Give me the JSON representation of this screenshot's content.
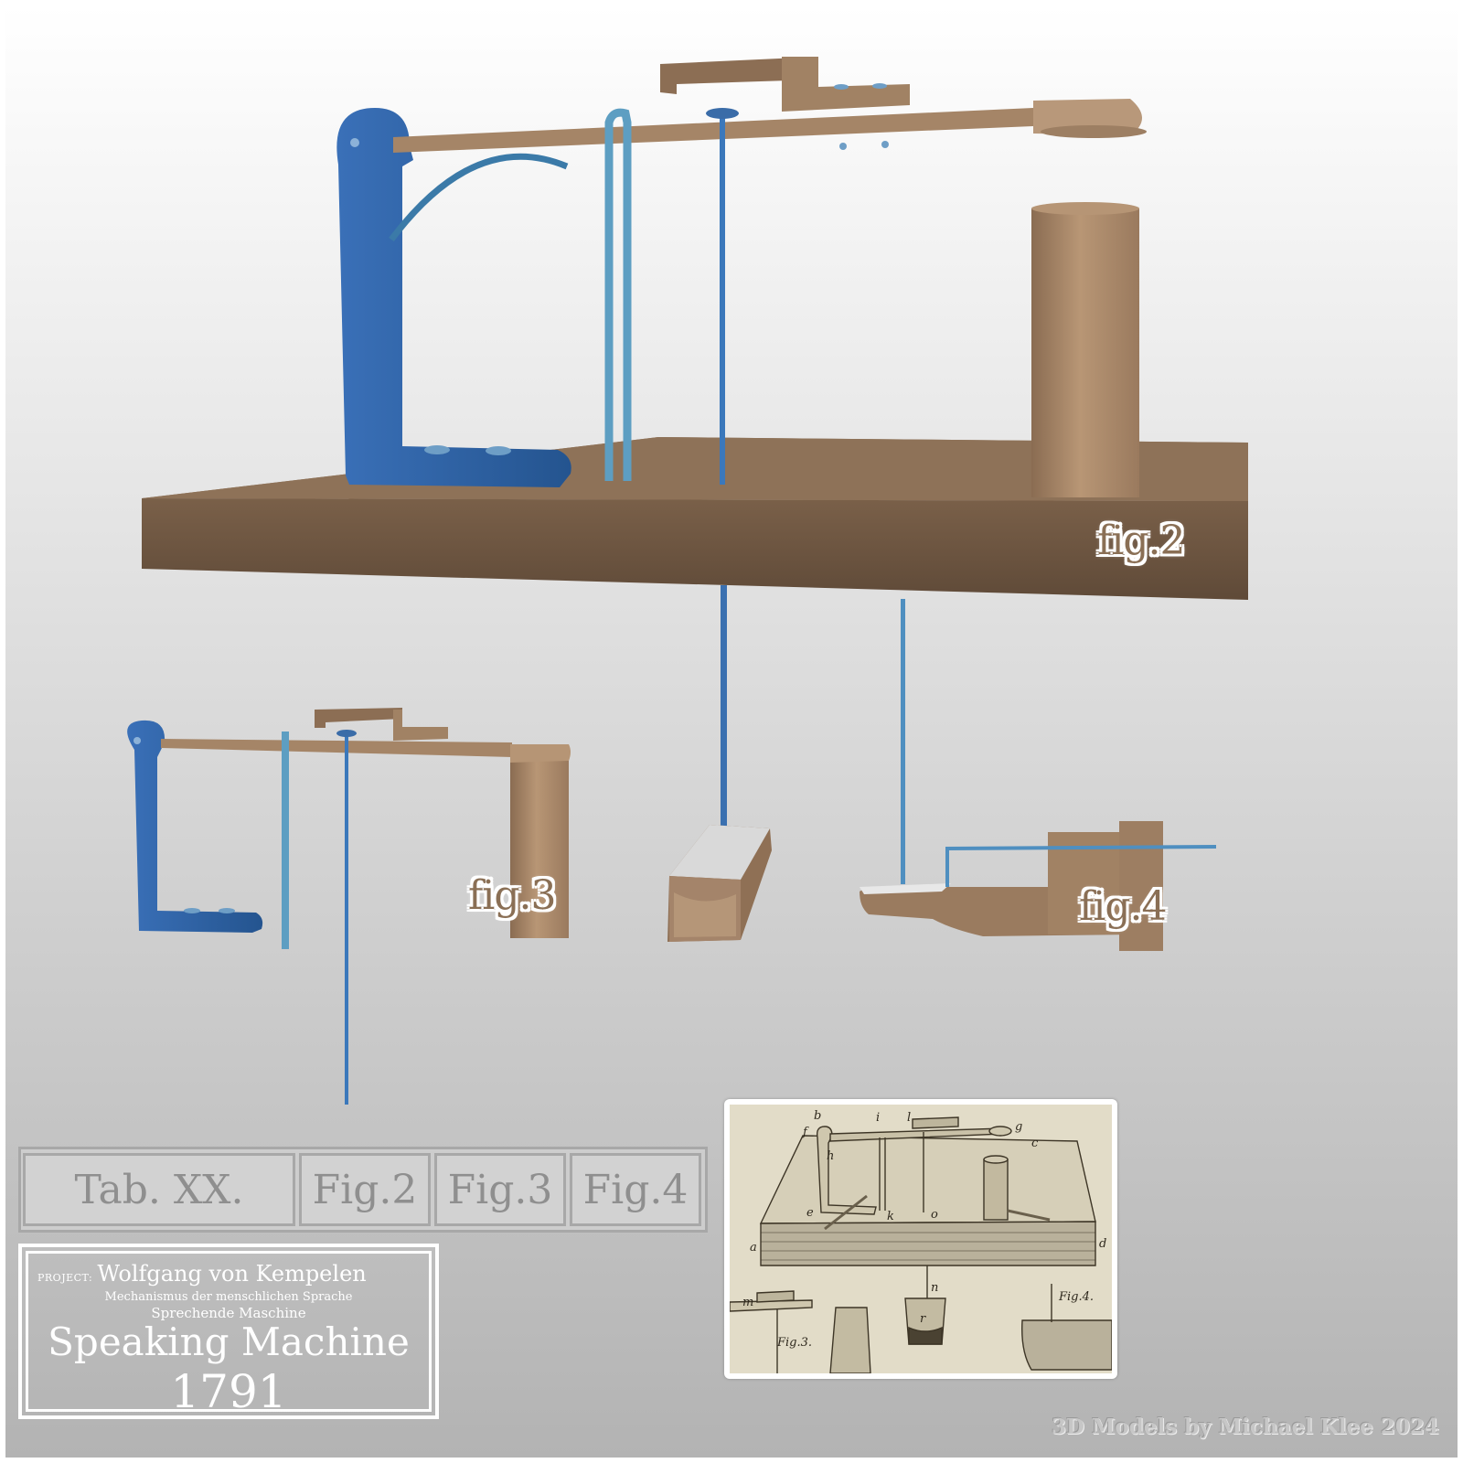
{
  "figure_labels": {
    "fig2": "fig.2",
    "fig3": "fig.3",
    "fig4": "fig.4"
  },
  "tab_bar": {
    "title": "Tab. XX.",
    "figures": [
      "Fig.2",
      "Fig.3",
      "Fig.4"
    ]
  },
  "project": {
    "tag": "PROJECT:",
    "name": "Wolfgang von Kempelen",
    "subtitle_1": "Mechanismus der menschlichen Sprache",
    "subtitle_2": "Sprechende Maschine",
    "title": "Speaking Machine",
    "year": "1791"
  },
  "engraving": {
    "letters": [
      "a",
      "b",
      "c",
      "d",
      "e",
      "f",
      "g",
      "h",
      "i",
      "k",
      "l",
      "m",
      "n",
      "o",
      "r"
    ],
    "fig_labels": [
      "Fig.3.",
      "Fig.4."
    ]
  },
  "credit": "3D Models by Michael Klee 2024",
  "colors": {
    "wood": "#a8876a",
    "wood_dark": "#6a5340",
    "blue": "#2e63a8",
    "light_blue": "#5fa3c6",
    "paper": "#e2dcc8"
  }
}
